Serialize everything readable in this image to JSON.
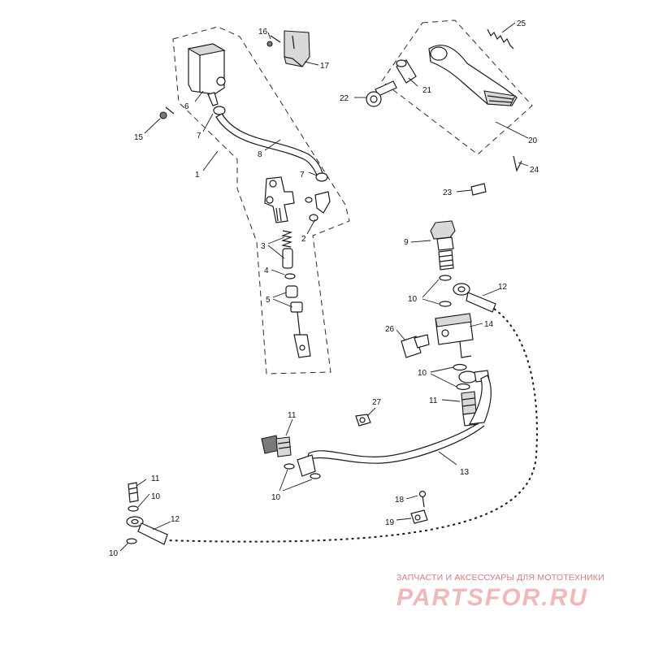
{
  "callouts": [
    {
      "id": "c1",
      "label": "1"
    },
    {
      "id": "c2",
      "label": "2"
    },
    {
      "id": "c3",
      "label": "3"
    },
    {
      "id": "c4",
      "label": "4"
    },
    {
      "id": "c5",
      "label": "5"
    },
    {
      "id": "c6",
      "label": "6"
    },
    {
      "id": "c7a",
      "label": "7"
    },
    {
      "id": "c7b",
      "label": "7"
    },
    {
      "id": "c8",
      "label": "8"
    },
    {
      "id": "c9",
      "label": "9"
    },
    {
      "id": "c10a",
      "label": "10"
    },
    {
      "id": "c10b",
      "label": "10"
    },
    {
      "id": "c10c",
      "label": "10"
    },
    {
      "id": "c10d",
      "label": "10"
    },
    {
      "id": "c10e",
      "label": "10"
    },
    {
      "id": "c11a",
      "label": "11"
    },
    {
      "id": "c11b",
      "label": "11"
    },
    {
      "id": "c11c",
      "label": "11"
    },
    {
      "id": "c12a",
      "label": "12"
    },
    {
      "id": "c12b",
      "label": "12"
    },
    {
      "id": "c13",
      "label": "13"
    },
    {
      "id": "c14",
      "label": "14"
    },
    {
      "id": "c15",
      "label": "15"
    },
    {
      "id": "c16",
      "label": "16"
    },
    {
      "id": "c17",
      "label": "17"
    },
    {
      "id": "c18",
      "label": "18"
    },
    {
      "id": "c19",
      "label": "19"
    },
    {
      "id": "c20",
      "label": "20"
    },
    {
      "id": "c21",
      "label": "21"
    },
    {
      "id": "c22",
      "label": "22"
    },
    {
      "id": "c23",
      "label": "23"
    },
    {
      "id": "c24",
      "label": "24"
    },
    {
      "id": "c25",
      "label": "25"
    },
    {
      "id": "c26",
      "label": "26"
    },
    {
      "id": "c27",
      "label": "27"
    }
  ],
  "watermark": {
    "tagline": "ЗАПЧАСТИ И АКСЕССУАРЫ ДЛЯ МОТОТЕХНИКИ",
    "logo": "PARTSFOR.RU",
    "color": "#e07a7a"
  }
}
